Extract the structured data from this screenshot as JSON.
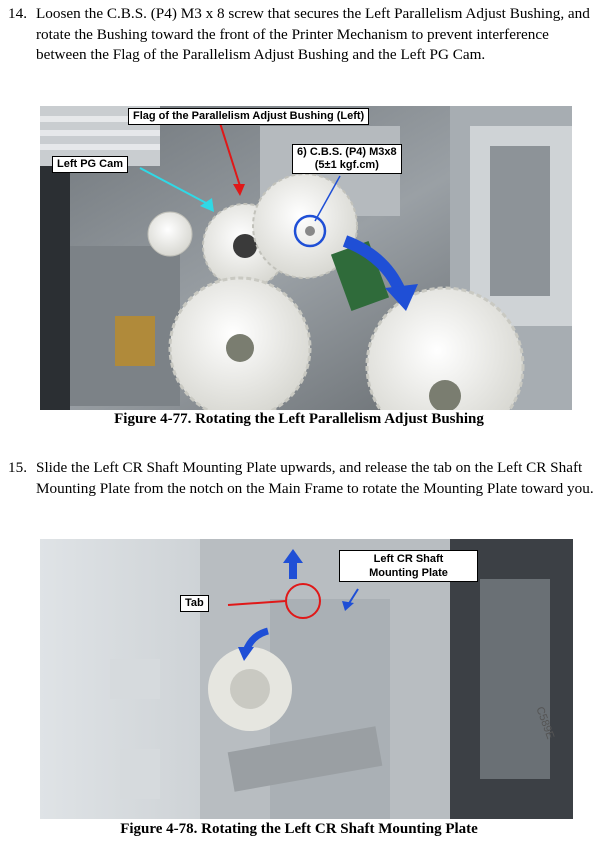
{
  "steps": [
    {
      "number": "14.",
      "text": "Loosen the C.B.S. (P4) M3 x 8 screw that secures the Left Parallelism Adjust Bushing, and rotate the Bushing toward the front of the Printer Mechanism to prevent interference between the Flag of the Parallelism Adjust Bushing and the Left PG Cam."
    },
    {
      "number": "15.",
      "text": "Slide the Left CR Shaft Mounting Plate upwards, and release the tab on the Left CR Shaft Mounting Plate from the notch on the Main Frame to rotate the Mounting Plate toward you."
    }
  ],
  "figures": [
    {
      "caption": "Figure 4-77. Rotating the Left Parallelism Adjust Bushing",
      "callouts": {
        "flag": "Flag of the Parallelism Adjust Bushing (Left)",
        "pg_cam": "Left PG Cam",
        "screw_line1": "6) C.B.S. (P4)  M3x8",
        "screw_line2": "(5±1 kgf.cm)"
      }
    },
    {
      "caption": "Figure 4-78. Rotating the Left CR Shaft Mounting Plate",
      "callouts": {
        "plate_line1": "Left CR Shaft",
        "plate_line2": "Mounting Plate",
        "tab": "Tab"
      },
      "stamp": "C589E"
    }
  ],
  "colors": {
    "arrow_blue": "#1f4fd6",
    "callout_red": "#e01818",
    "callout_cyan": "#2fd9e6"
  }
}
